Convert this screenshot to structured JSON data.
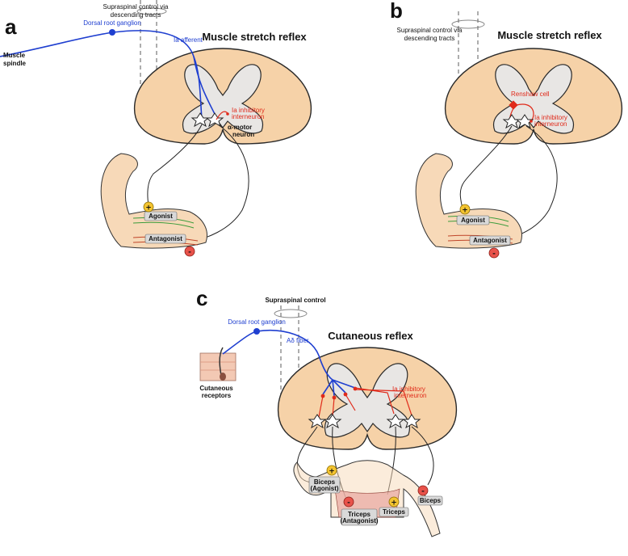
{
  "panel_a": {
    "letter": "a",
    "title": "Muscle stretch reflex",
    "supraspinal_line1": "Supraspinal control via",
    "supraspinal_line2": "descending tracts",
    "drg": "Dorsal root ganglion",
    "afferent": "Ia afferent",
    "spindle_line1": "Muscle",
    "spindle_line2": "spindle",
    "inhib_line1": "Ia inhibitory",
    "inhib_line2": "interneuron",
    "motor_line1": "α-motor",
    "motor_line2": "neuron",
    "agonist": "Agonist",
    "antagonist": "Antagonist",
    "plus": "+",
    "minus": "-"
  },
  "panel_b": {
    "letter": "b",
    "title": "Muscle stretch reflex",
    "supraspinal_line1": "Supraspinal control via",
    "supraspinal_line2": "descending tracts",
    "renshaw": "Renshaw cell",
    "inhib_line1": "Ia inhibitory",
    "inhib_line2": "interneuron",
    "agonist": "Agonist",
    "antagonist": "Antagonist",
    "plus": "+",
    "minus": "-"
  },
  "panel_c": {
    "letter": "c",
    "title": "Cutaneous reflex",
    "supraspinal": "Supraspinal control",
    "drg": "Dorsal root ganglion",
    "fiber": "Aδ fiber",
    "receptors_line1": "Cutaneous",
    "receptors_line2": "receptors",
    "inhib_line1": "Ia inhibitory",
    "inhib_line2": "interneuron",
    "biceps_agonist_line1": "Biceps",
    "biceps_agonist_line2": "(Agonist)",
    "triceps_antagonist_line1": "Triceps",
    "triceps_antagonist_line2": "(Antagonist)",
    "triceps": "Triceps",
    "biceps": "Biceps",
    "plus": "+",
    "minus": "-"
  },
  "colors": {
    "afferent_blue": "#1f3fd0",
    "inhibitory_red": "#e02a1a",
    "white_matter": "#f6d2a8",
    "grey_matter": "#e8e6e4"
  }
}
